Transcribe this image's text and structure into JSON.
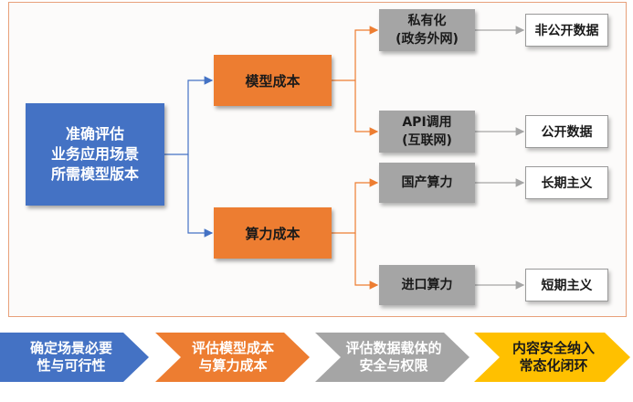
{
  "root": {
    "lines": [
      "准确评估",
      "业务应用场景",
      "所需模型版本"
    ]
  },
  "costs": [
    {
      "label": "模型成本"
    },
    {
      "label": "算力成本"
    }
  ],
  "options": [
    {
      "lines": [
        "私有化",
        "(政务外网)"
      ]
    },
    {
      "lines": [
        "API调用",
        "(互联网)"
      ]
    },
    {
      "lines": [
        "国产算力"
      ]
    },
    {
      "lines": [
        "进口算力"
      ]
    }
  ],
  "outcomes": [
    "非公开数据",
    "公开数据",
    "长期主义",
    "短期主义"
  ],
  "steps": [
    {
      "lines": [
        "确定场景必要",
        "性与可行性"
      ],
      "color": "#4472c4",
      "text_color": "#ffffff"
    },
    {
      "lines": [
        "评估模型成本",
        "与算力成本"
      ],
      "color": "#ed7d31",
      "text_color": "#ffffff"
    },
    {
      "lines": [
        "评估数据载体的",
        "安全与权限"
      ],
      "color": "#a5a5a5",
      "text_color": "#ffffff"
    },
    {
      "lines": [
        "内容安全纳入",
        "常态化闭环"
      ],
      "color": "#ffc000",
      "text_color": "#1a1a1a"
    }
  ],
  "colors": {
    "root_blue": "#4472c4",
    "cost_orange": "#ed7d31",
    "option_gray": "#a5a5a5",
    "frame_border": "#e8a07a",
    "connector_blue": "#4472c4",
    "connector_orange": "#ed7d31",
    "connector_gray": "#a5a5a5"
  }
}
